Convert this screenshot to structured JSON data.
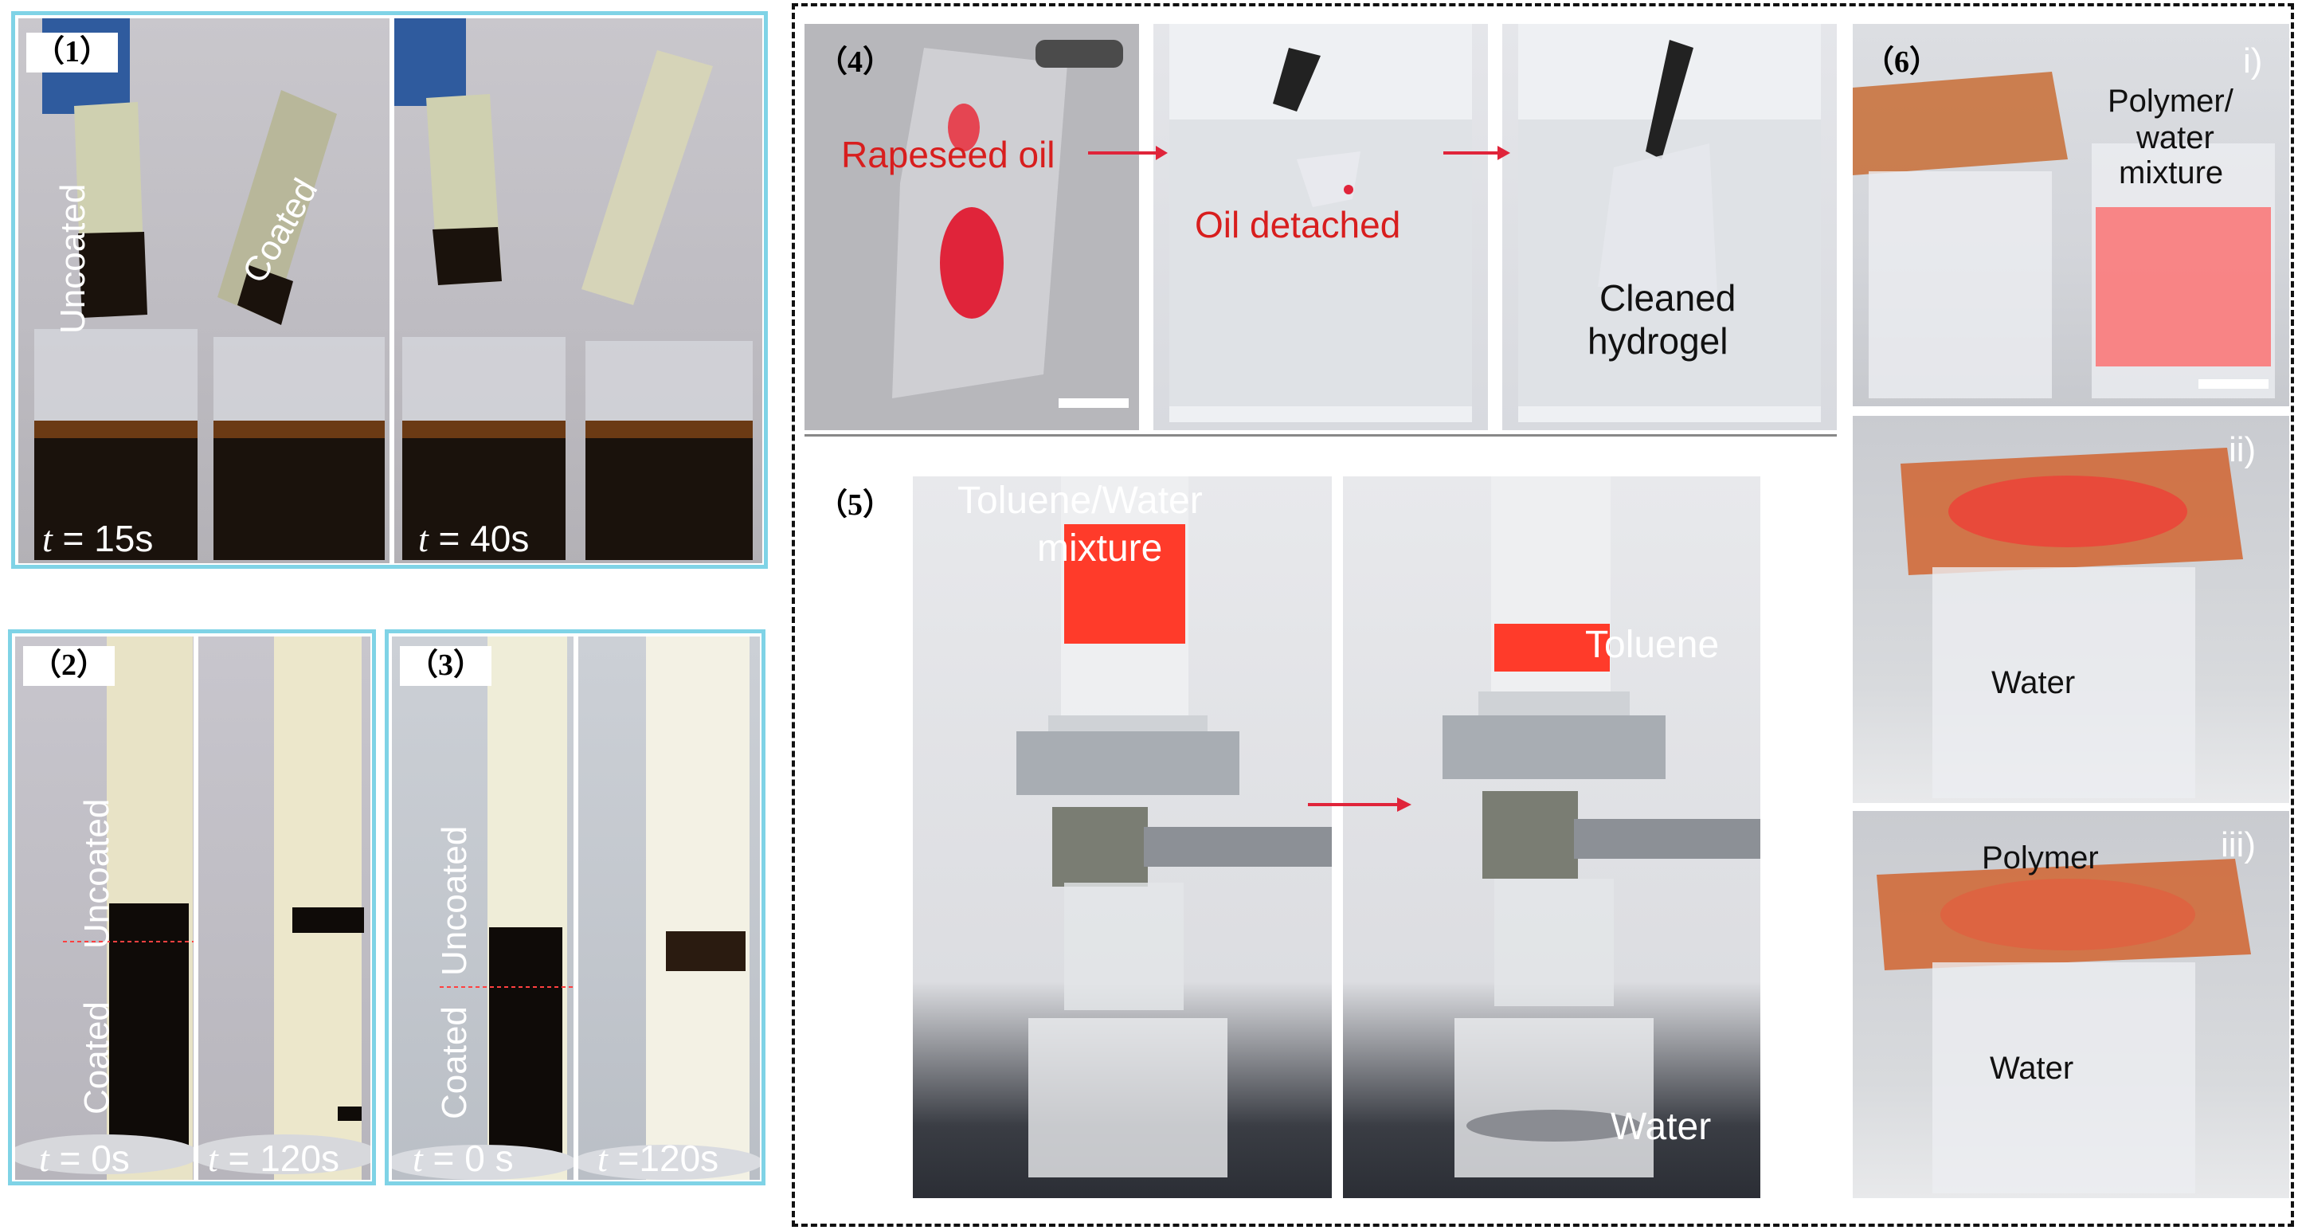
{
  "panels": {
    "p1": {
      "label": "（1）",
      "uncoated": "Uncoated",
      "coated": "Coated",
      "time_a_var": "t",
      "time_a_val": " = 15s",
      "time_b_var": "t",
      "time_b_val": " = 40s"
    },
    "p2": {
      "label": "（2）",
      "uncoated": "Uncoated",
      "coated": "Coated",
      "time_a_var": "t",
      "time_a_val": " = 0s",
      "time_b_var": "t",
      "time_b_val": " = 120s"
    },
    "p3": {
      "label": "（3）",
      "uncoated": "Uncoated",
      "coated": "Coated",
      "time_a_var": "t",
      "time_a_val": " = 0 s",
      "time_b_var": "t",
      "time_b_val": " =120s"
    },
    "p4": {
      "label": "（4）",
      "oil": "Rapeseed oil",
      "detached": "Oil detached",
      "cleaned_1": "Cleaned",
      "cleaned_2": "hydrogel"
    },
    "p5": {
      "label": "（5）",
      "mixture_1": "Toluene/Water",
      "mixture_2": "mixture",
      "toluene": "Toluene",
      "water": "Water"
    },
    "p6": {
      "label": "（6）",
      "i": "i)",
      "ii": "ii)",
      "iii": "iii)",
      "mix_1": "Polymer/",
      "mix_2": "water",
      "mix_3": "mixture",
      "water_ii": "Water",
      "polymer": "Polymer",
      "water_iii": "Water"
    }
  },
  "colors": {
    "frame": "#7fd3e6",
    "red_text": "#d81e1e",
    "oil": "#1a120c",
    "red_liquid": "#ff3b2a"
  }
}
